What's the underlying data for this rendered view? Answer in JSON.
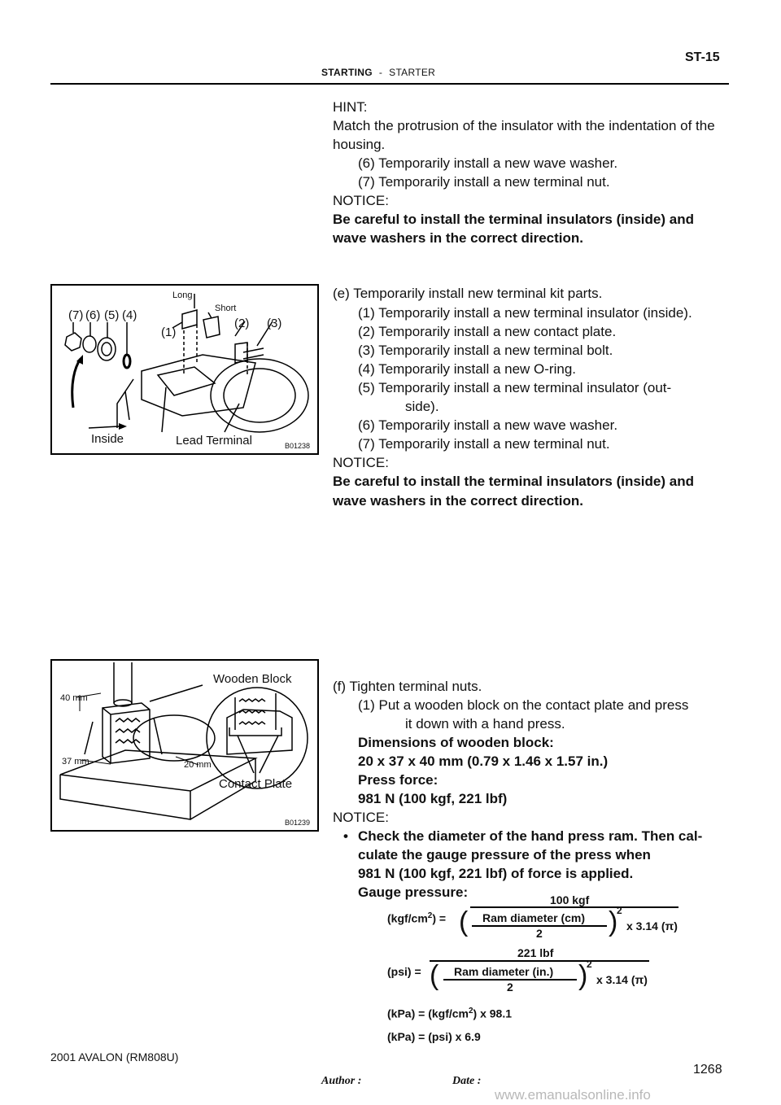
{
  "header": {
    "section": "STARTING",
    "separator": "-",
    "subsection": "STARTER",
    "page_code": "ST-15"
  },
  "block1": {
    "hint_label": "HINT:",
    "hint_line1": "Match the protrusion of the insulator with the indentation of the",
    "hint_line2": "housing.",
    "step6": "(6)    Temporarily install a new wave washer.",
    "step7": "(7)    Temporarily install a new terminal nut.",
    "notice_label": "NOTICE:",
    "notice_line1": "Be careful to install the terminal insulators (inside) and",
    "notice_line2": "wave washers in the correct direction."
  },
  "block2": {
    "heading": "(e)    Temporarily install new terminal kit parts.",
    "steps": [
      "(1)    Temporarily install a new terminal insulator (inside).",
      "(2)    Temporarily install a new contact plate.",
      "(3)    Temporarily install a new terminal bolt.",
      "(4)    Temporarily install a new O-ring.",
      "(5)    Temporarily install a new terminal insulator (out-",
      "side).",
      "(6)    Temporarily install a new wave washer.",
      "(7)    Temporarily install a new terminal nut."
    ],
    "notice_label": "NOTICE:",
    "notice_line1": "Be careful to install the terminal insulators (inside) and",
    "notice_line2": "wave washers in the correct direction."
  },
  "figure1": {
    "labels": [
      "(7)",
      "(6)",
      "(5)",
      "(4)",
      "(1)",
      "(2)",
      "(3)"
    ],
    "long": "Long",
    "short": "Short",
    "inside": "Inside",
    "lead_terminal": "Lead Terminal",
    "figure_id": "B01238"
  },
  "block3": {
    "heading": "(f)     Tighten terminal nuts.",
    "step1_line1": "(1)    Put a wooden block on the contact plate and press",
    "step1_line2": "it down with a hand press.",
    "dim_label": "Dimensions of wooden block:",
    "dim_value": "20 x 37 x 40 mm (0.79 x 1.46 x 1.57 in.)",
    "press_label": "Press force:",
    "press_value": "981 N (100 kgf, 221 lbf)",
    "notice_label": "NOTICE:",
    "bullet": "•",
    "bullet_line1": "Check the diameter of the hand press ram. Then cal-",
    "bullet_line2": "culate the gauge pressure of the press when",
    "bullet_line3": "981 N (100 kgf, 221 lbf) of force is applied.",
    "bullet_line4": "Gauge pressure:"
  },
  "figure2": {
    "wooden_block": "Wooden Block",
    "contact_plate": "Contact Plate",
    "dim_40": "40 mm",
    "dim_37": "37 mm",
    "dim_20": "20 mm",
    "figure_id": "B01239"
  },
  "formulas": {
    "f1_numer": "100 kgf",
    "f1_lhs_a": "(kgf/cm",
    "f1_lhs_sup": "2",
    "f1_lhs_b": ") =",
    "f1_inner_numer": "Ram diameter (cm)",
    "f1_inner_denom": "2",
    "f1_exp": "2",
    "f1_tail": "x 3.14 (π)",
    "f2_numer": "221 lbf",
    "f2_lhs": "(psi) =",
    "f2_inner_numer": "Ram diameter (in.)",
    "f2_inner_denom": "2",
    "f2_exp": "2",
    "f2_tail": "x 3.14 (π)",
    "f3_a": "(kPa) = (kgf/cm",
    "f3_sup": "2",
    "f3_b": ") x 98.1",
    "f4": "(kPa) = (psi)  x 6.9"
  },
  "footer": {
    "model": "2001 AVALON   (RM808U)",
    "author_label": "Author :",
    "date_label": "Date :",
    "page_number": "1268",
    "watermark": "www.emanualsonline.info"
  }
}
